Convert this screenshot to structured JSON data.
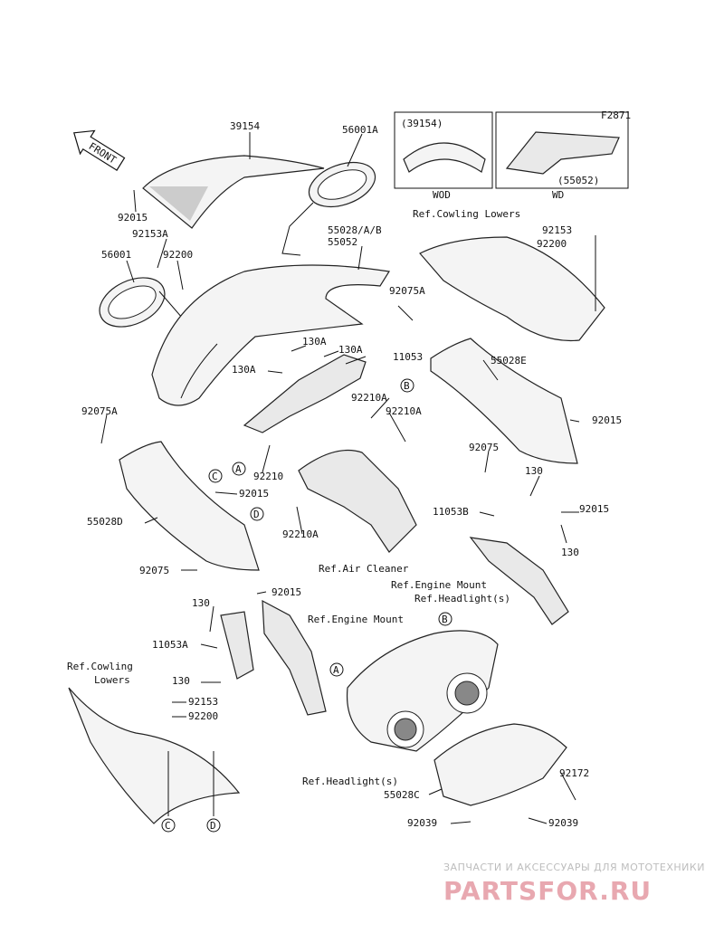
{
  "figure_id": "F2871",
  "front_arrow": "FRONT",
  "inset_left": {
    "part": "(39154)",
    "caption": "WOD"
  },
  "inset_right": {
    "part": "(55052)",
    "caption": "WD"
  },
  "refs": {
    "cowling_lowers_top": "Ref.Cowling Lowers",
    "air_cleaner": "Ref.Air Cleaner",
    "engine_mount_right": "Ref.Engine Mount",
    "headlights_right": "Ref.Headlight(s)",
    "engine_mount_left": "Ref.Engine Mount",
    "cowling_lowers_left_1": "Ref.Cowling",
    "cowling_lowers_left_2": "Lowers",
    "headlights_bottom": "Ref.Headlight(s)"
  },
  "labels": {
    "l39154": "39154",
    "l56001a": "56001A",
    "l92015_a": "92015",
    "l92153a": "92153A",
    "l56001": "56001",
    "l92200_a": "92200",
    "l55028ab": "55028/A/B",
    "l55052": "55052",
    "l92153_a": "92153",
    "l92200_b": "92200",
    "l92075a_a": "92075A",
    "l130a_a": "130A",
    "l130a_b": "130A",
    "l130a_c": "130A",
    "l11053": "11053",
    "l92210a_a": "92210A",
    "l92210a_b": "92210A",
    "l92075a_b": "92075A",
    "l55028e": "55028E",
    "l92015_b": "92015",
    "l92075_a": "92075",
    "l130_a": "130",
    "l92210": "92210",
    "l92015_c": "92015",
    "l55028d": "55028D",
    "l11053b": "11053B",
    "l92015_d": "92015",
    "l92210a_c": "92210A",
    "l130_b": "130",
    "l92075_b": "92075",
    "l92015_e": "92015",
    "l130_c": "130",
    "l11053a": "11053A",
    "l130_d": "130",
    "l92153_b": "92153",
    "l92200_c": "92200",
    "l92172": "92172",
    "l55028c": "55028C",
    "l92039_a": "92039",
    "l92039_b": "92039"
  },
  "callouts": {
    "a1": "A",
    "b1": "B",
    "c1": "C",
    "d1": "D",
    "b2": "B",
    "a2": "A",
    "c2": "C",
    "d2": "D"
  },
  "watermark": {
    "line1": "ЗАПЧАСТИ И АКСЕССУАРЫ ДЛЯ МОТОТЕХНИКИ",
    "line2": "PARTSFOR.RU"
  }
}
